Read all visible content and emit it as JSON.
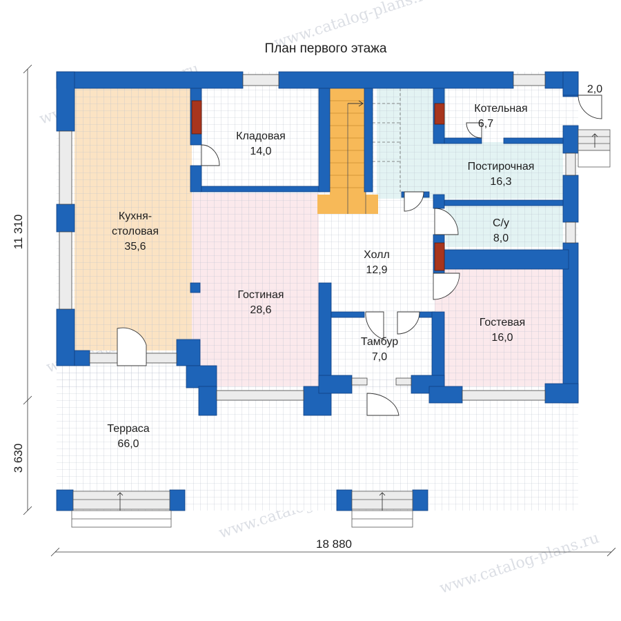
{
  "title": "План первого этажа",
  "watermark": "www.catalog-plans.ru",
  "dimensions": {
    "total_width": "18 880",
    "main_depth": "11 310",
    "terrace_depth": "3 630"
  },
  "rooms": {
    "kitchen": {
      "name_line1": "Кухня-",
      "name_line2": "столовая",
      "area": "35,6"
    },
    "storage": {
      "name": "Кладовая",
      "area": "14,0"
    },
    "boiler": {
      "name": "Котельная",
      "area": "6,7"
    },
    "porch": {
      "area": "2,0"
    },
    "laundry": {
      "name": "Постирочная",
      "area": "16,3"
    },
    "bathroom": {
      "name": "С/у",
      "area": "8,0"
    },
    "hall": {
      "name": "Холл",
      "area": "12,9"
    },
    "living": {
      "name": "Гостиная",
      "area": "28,6"
    },
    "guest": {
      "name": "Гостевая",
      "area": "16,0"
    },
    "vestibule": {
      "name": "Тамбур",
      "area": "7,0"
    },
    "terrace": {
      "name": "Терраса",
      "area": "66,0"
    }
  },
  "colors": {
    "wall": "#1e64b8",
    "wall_edge": "#0e3f82",
    "kitchen_fill": "#fbe3c3",
    "living_fill": "#fbe9ec",
    "guest_fill": "#fbe9ec",
    "laundry_fill": "#e3f3f3",
    "stairs_fill": "#f7b958",
    "stove_fill": "#a8351d",
    "window_fill": "#ececec"
  }
}
